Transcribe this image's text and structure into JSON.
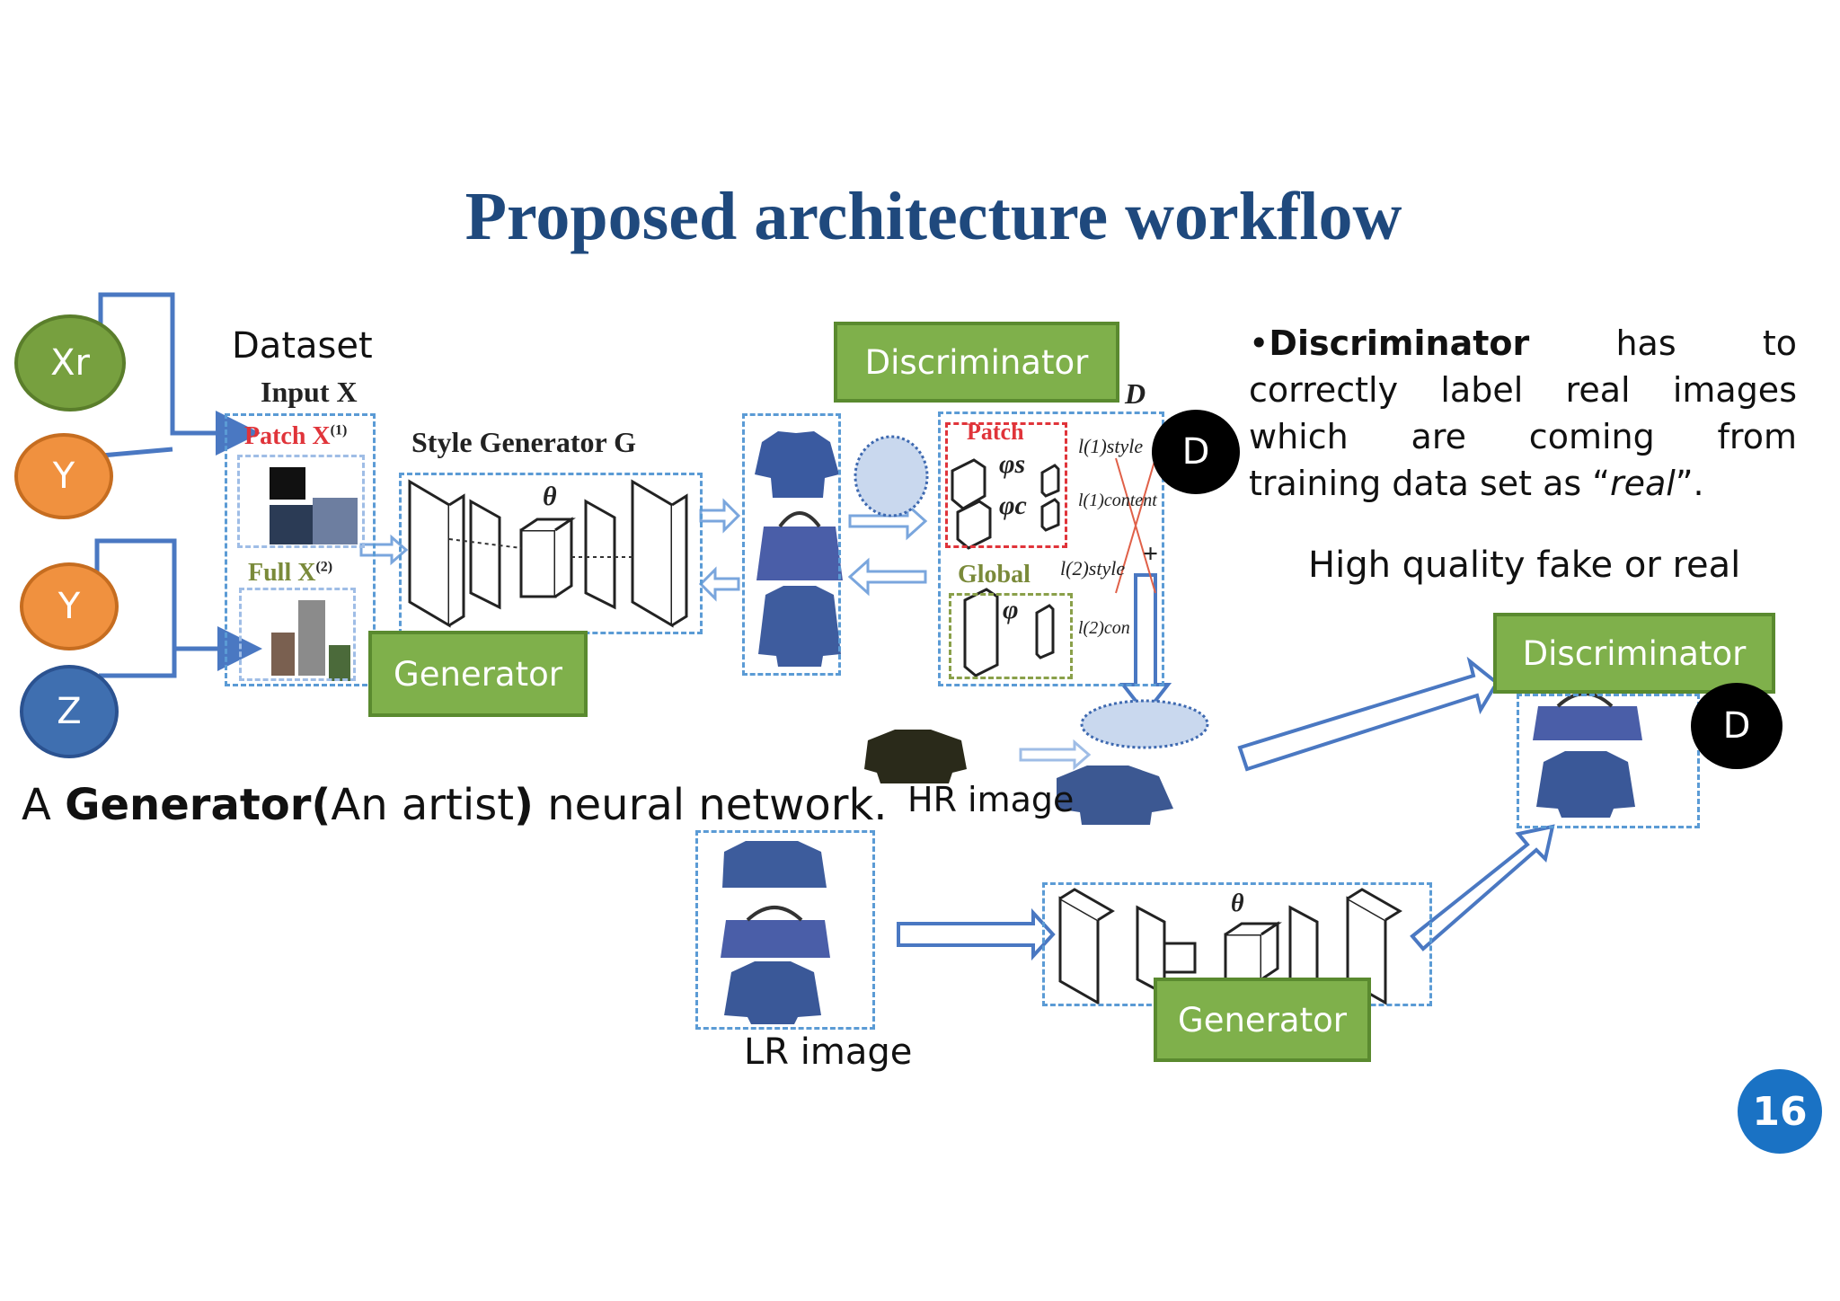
{
  "title": "Proposed architecture workflow",
  "inputs": {
    "xr": "Xr",
    "y1": "Y",
    "y2": "Y",
    "z": "Z"
  },
  "colors": {
    "title": "#1f497d",
    "green_box": "#7fb04b",
    "orange": "#f0913f",
    "olive": "#77a03f",
    "blue_circle": "#3f6fb0",
    "connector": "#4a78c2",
    "page_badge": "#1a72c4"
  },
  "labels": {
    "dataset": "Dataset",
    "input_x": "Input X",
    "patch_x": "Patch X",
    "patch_sup": "(1)",
    "full_x": "Full X",
    "full_sup": "(2)",
    "style_generator": "Style Generator G",
    "theta": "θ",
    "d_letter": "D",
    "patch_d": "Patch",
    "global_d": "Global",
    "phi_s": "φs",
    "phi_c": "φc",
    "phi": "φ",
    "l_style_1": "l(1)style",
    "l_content_1": "l(1)content",
    "l_style_2": "l(2)style",
    "l_content_2": "l(2)con",
    "plus": "+",
    "hr_image": "HR image",
    "lr_image": "LR image"
  },
  "boxes": {
    "discriminator_top": "Discriminator",
    "generator_left": "Generator",
    "discriminator_right": "Discriminator",
    "generator_bottom": "Generator"
  },
  "badges": {
    "d_top": "D",
    "d_right": "D"
  },
  "generator_caption": {
    "prefix": "A ",
    "bold": "Generator(",
    "mid": "An artist",
    "bold_close": ")",
    "suffix": " neural network."
  },
  "discriminator_text": {
    "bullet": "•",
    "bold": "Discriminator",
    "line1_rest": " has to",
    "line2": "correctly label real images",
    "line3": "which are coming from",
    "line4_start": "training data set as “",
    "line4_italic": "real",
    "line4_end": "”."
  },
  "hq_text": "High quality fake or real",
  "page_number": "16"
}
